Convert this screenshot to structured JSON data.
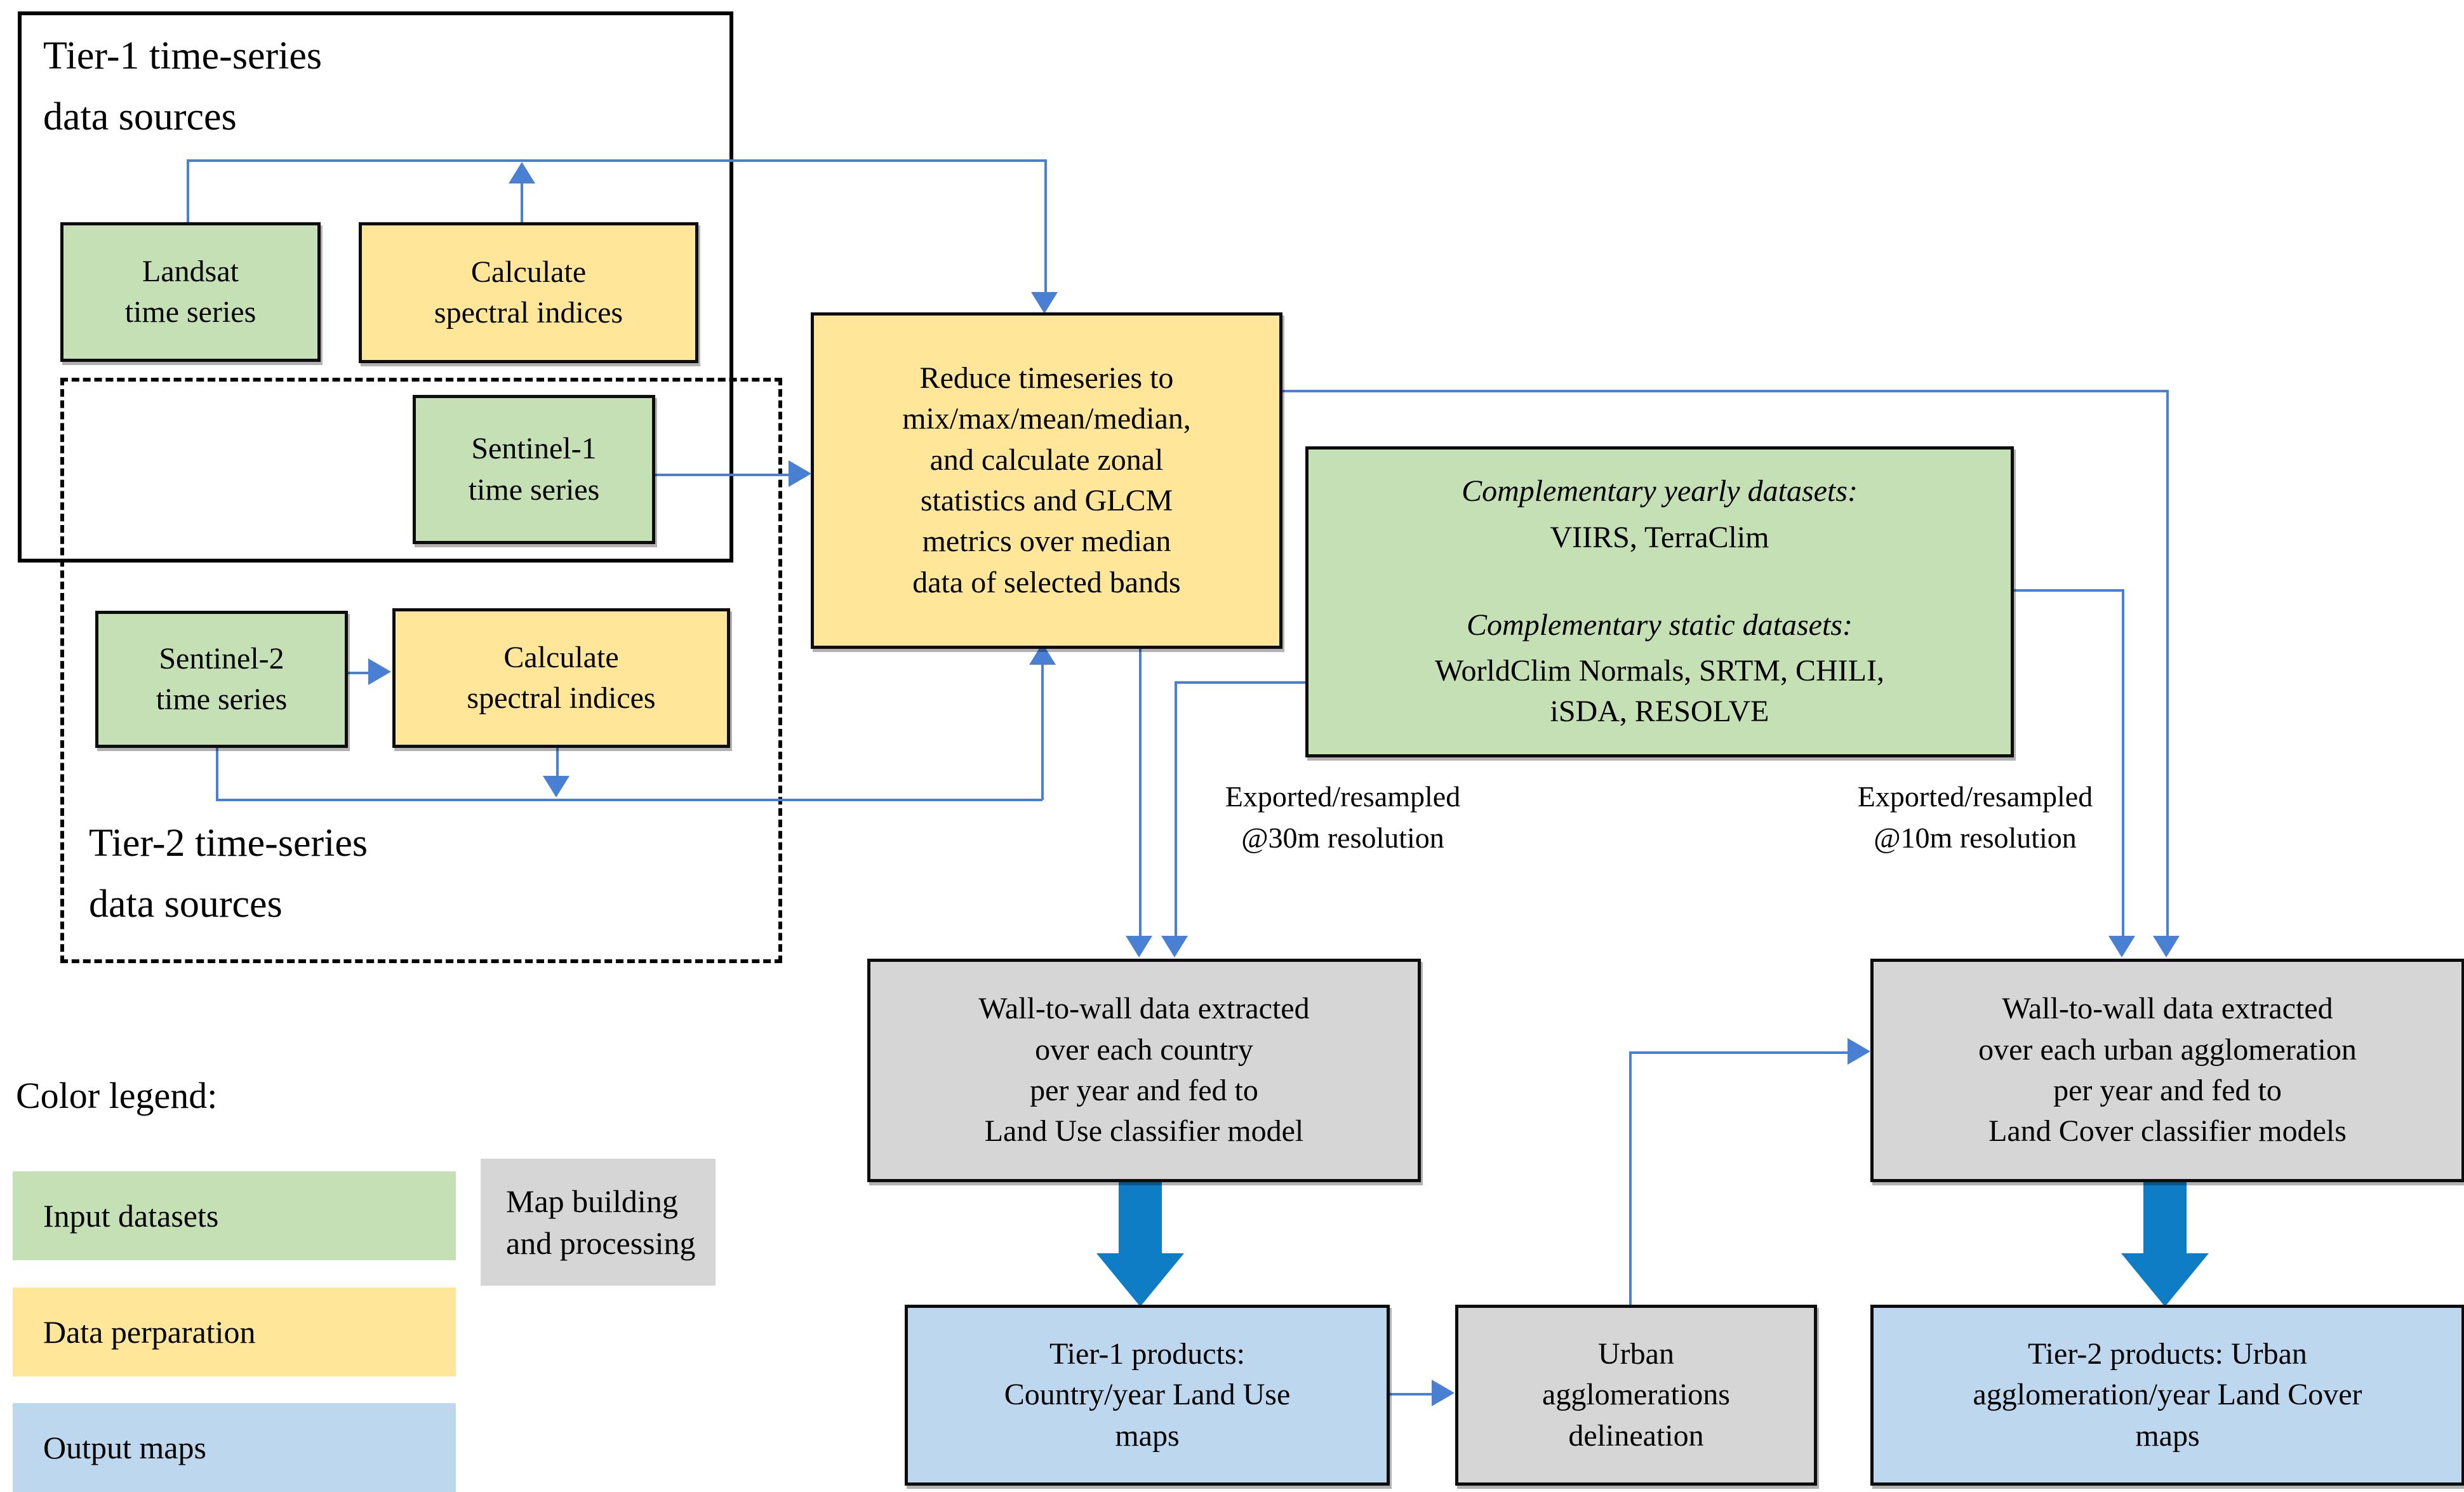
{
  "diagram": {
    "containers": {
      "tier1": {
        "label": "Tier-1 time-series\ndata sources"
      },
      "tier2": {
        "label": "Tier-2 time-series\ndata sources"
      }
    },
    "nodes": {
      "landsat": {
        "label": "Landsat\ntime series",
        "type": "input"
      },
      "calc_indices_tier1": {
        "label": "Calculate\nspectral indices",
        "type": "preparation"
      },
      "sentinel1": {
        "label": "Sentinel-1\ntime series",
        "type": "input"
      },
      "sentinel2": {
        "label": "Sentinel-2\ntime series",
        "type": "input"
      },
      "calc_indices_tier2": {
        "label": "Calculate\nspectral indices",
        "type": "preparation"
      },
      "reduce": {
        "label": "Reduce timeseries to\nmix/max/mean/median,\nand calculate zonal\nstatistics and GLCM\nmetrics over median\ndata of selected bands",
        "type": "preparation"
      },
      "complementary": {
        "yearly_title": "Complementary yearly datasets:",
        "yearly_items": "VIIRS, TerraClim",
        "static_title": "Complementary static datasets:",
        "static_items": "WorldClim Normals, SRTM, CHILI,\niSDA, RESOLVE",
        "type": "input"
      },
      "wall_to_wall_country": {
        "label": "Wall-to-wall data extracted\nover each country\nper year and fed to\nLand Use classifier model",
        "type": "processing"
      },
      "wall_to_wall_urban": {
        "label": "Wall-to-wall data extracted\nover each urban agglomeration\nper year and fed to\nLand Cover classifier models",
        "type": "processing"
      },
      "tier1_products": {
        "label": "Tier-1 products:\nCountry/year Land Use\nmaps",
        "type": "output"
      },
      "urban_delineation": {
        "label": "Urban\nagglomerations\ndelineation",
        "type": "processing"
      },
      "tier2_products": {
        "label": "Tier-2 products: Urban\nagglomeration/year Land Cover\nmaps",
        "type": "output"
      }
    },
    "annotations": {
      "exported_30m": "Exported/resampled\n@30m resolution",
      "exported_10m": "Exported/resampled\n@10m resolution"
    },
    "legend": {
      "title": "Color legend:",
      "items": [
        {
          "label": "Input datasets",
          "color": "#c5e0b4"
        },
        {
          "label": "Data perparation",
          "color": "#ffe699"
        },
        {
          "label": "Output maps",
          "color": "#bdd7ee"
        },
        {
          "label": "Map building\nand processing",
          "color": "#d6d6d6"
        }
      ]
    },
    "colors": {
      "input": "#c5e0b4",
      "preparation": "#ffe699",
      "output": "#bdd7ee",
      "processing": "#d6d6d6",
      "connector": "#4a80d4",
      "thick_arrow": "#0e7dc6"
    }
  }
}
